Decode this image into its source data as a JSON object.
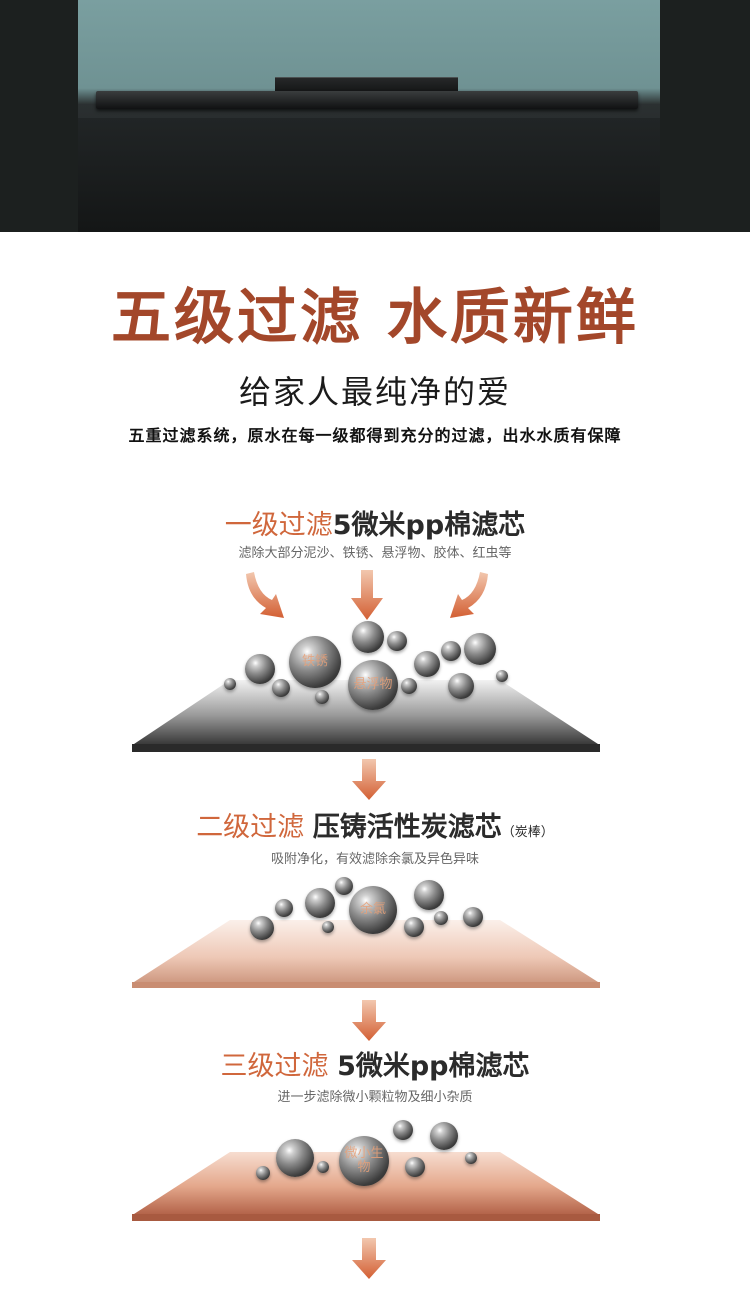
{
  "headline": {
    "main": "五级过滤 水质新鲜",
    "sub": "给家人最纯净的爱",
    "desc": "五重过滤系统，原水在每一级都得到充分的过滤，出水水质有保障"
  },
  "stages": [
    {
      "level": "一级过滤",
      "name": "5微米pp棉滤芯",
      "note": "",
      "desc": "滤除大部分泥沙、铁锈、悬浮物、胶体、红虫等",
      "particles": [
        "铁锈",
        "悬浮物"
      ]
    },
    {
      "level": "二级过滤",
      "name": "压铸活性炭滤芯",
      "note": "（炭棒）",
      "desc": "吸附净化，有效滤除余氯及异色异味",
      "particles": [
        "余氯"
      ]
    },
    {
      "level": "三级过滤",
      "name": "5微米pp棉滤芯",
      "note": "",
      "desc": "进一步滤除微小颗粒物及细小杂质",
      "particles": [
        "微小生物"
      ]
    }
  ],
  "colors": {
    "title": "#a3472a",
    "level": "#d0673c",
    "arrow": "#e08a62"
  }
}
